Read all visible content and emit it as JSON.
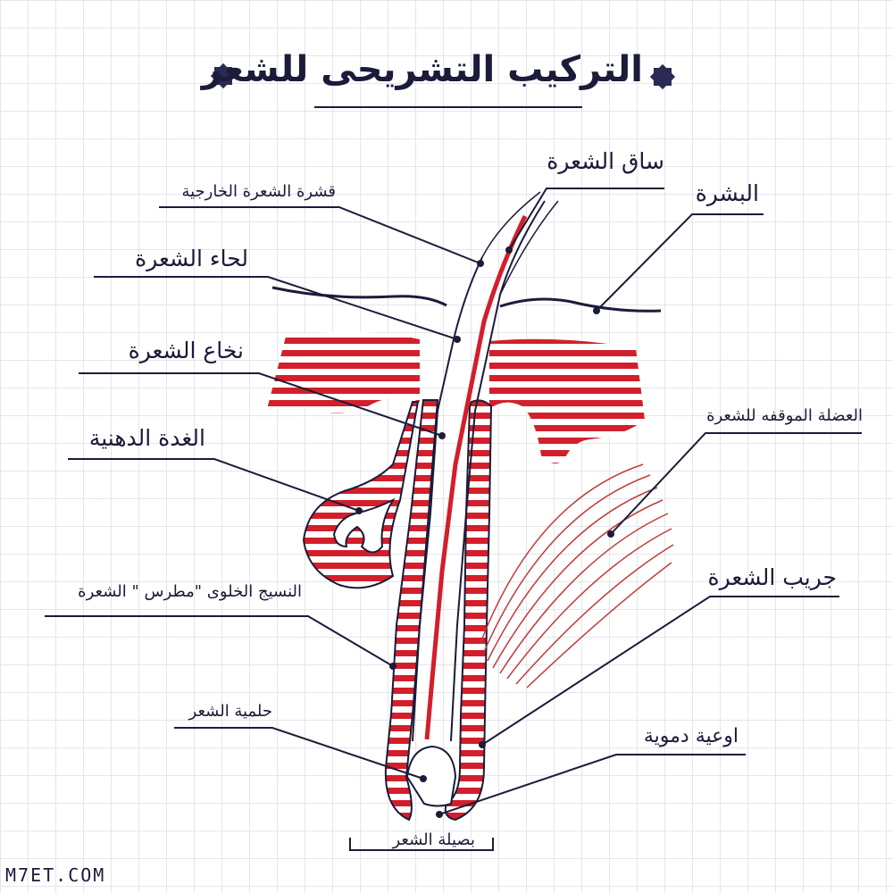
{
  "title": "التركيب التشريحى للشعر",
  "labels": {
    "hair_shaft": "ساق الشعرة",
    "cuticle": "قشرة الشعرة الخارجية",
    "epidermis": "البشرة",
    "cortex": "لحاء الشعرة",
    "medulla": "نخاع الشعرة",
    "arrector_muscle": "العضلة الموقفه للشعرة",
    "sebaceous_gland": "الغدة الدهنية",
    "follicle": "جريب الشعرة",
    "matrix": "النسيج الخلوى \"مطرس \" الشعرة",
    "papilla": "حلمية الشعر",
    "blood_vessels": "اوعية دموية",
    "bulb": "بصيلة الشعر"
  },
  "watermark": "M7ET.COM",
  "colors": {
    "ink": "#1b1b3a",
    "red": "#d21f2b",
    "muscle": "#c23a3a",
    "grid": "#e3e6ec"
  }
}
